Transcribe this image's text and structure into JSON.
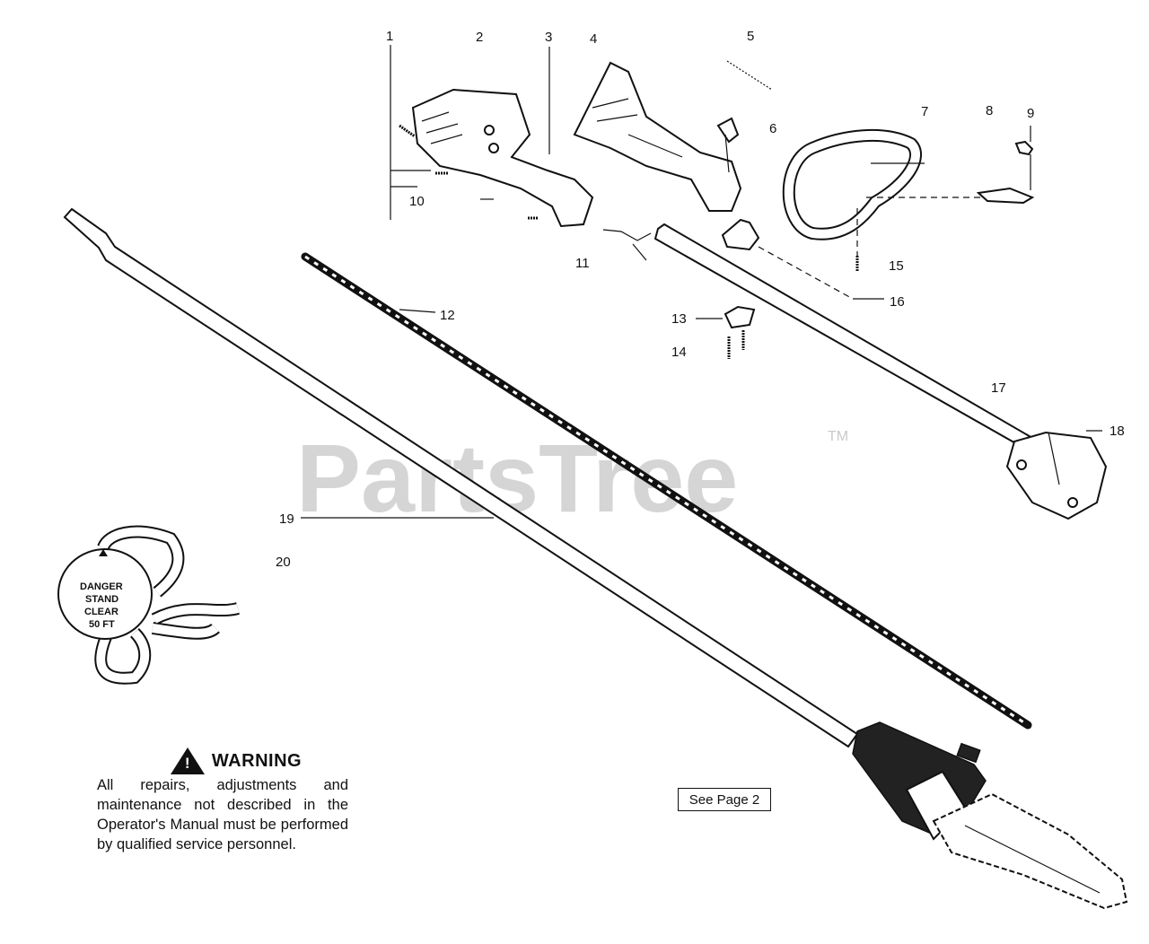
{
  "diagram": {
    "watermark": "PartsTree",
    "watermark_mark": "TM",
    "callouts": [
      "1",
      "2",
      "3",
      "4",
      "5",
      "6",
      "7",
      "8",
      "9",
      "10",
      "11",
      "12",
      "13",
      "14",
      "15",
      "16",
      "17",
      "18",
      "19",
      "20"
    ],
    "decal": {
      "line1": "DANGER",
      "line2": "STAND",
      "line3": "CLEAR",
      "line4": "50 FT"
    },
    "warning": {
      "title": "WARNING",
      "body": "All repairs, adjustments and maintenance not described in the Operator's Manual must be performed by qualified service personnel."
    },
    "see_page": "See Page 2"
  }
}
